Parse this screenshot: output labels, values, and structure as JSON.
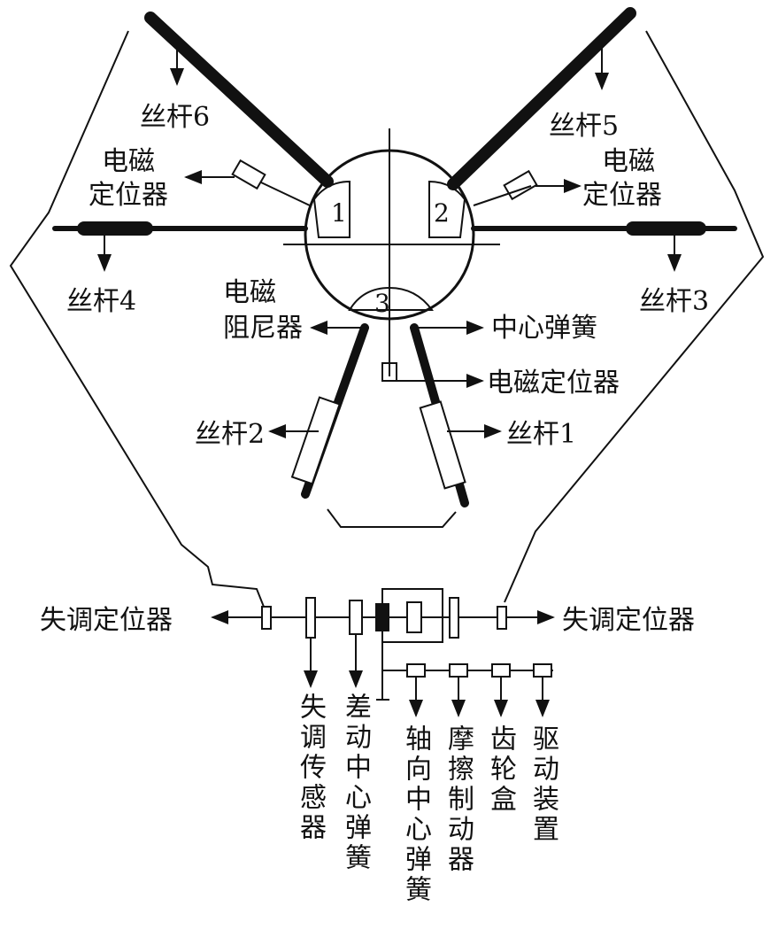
{
  "labels": {
    "screw6": "丝杆6",
    "screw5": "丝杆5",
    "screw4": "丝杆4",
    "screw3": "丝杆3",
    "screw2": "丝杆2",
    "screw1": "丝杆1",
    "em_locator_left_1": "电磁",
    "em_locator_left_2": "定位器",
    "em_locator_right_1": "电磁",
    "em_locator_right_2": "定位器",
    "em_damper_1": "电磁",
    "em_damper_2": "阻尼器",
    "center_spring": "中心弹簧",
    "em_locator_bottom": "电磁定位器",
    "detune_locator_left": "失调定位器",
    "detune_locator_right": "失调定位器",
    "detune_sensor": "失调传感器",
    "diff_center_spring": "差动中心弹簧",
    "axial_center_spring": "轴向中心弹簧",
    "friction_brake": "摩擦制动器",
    "gearbox": "齿轮盒",
    "drive_unit": "驱动装置",
    "sector1": "1",
    "sector2": "2",
    "sector3": "3"
  }
}
